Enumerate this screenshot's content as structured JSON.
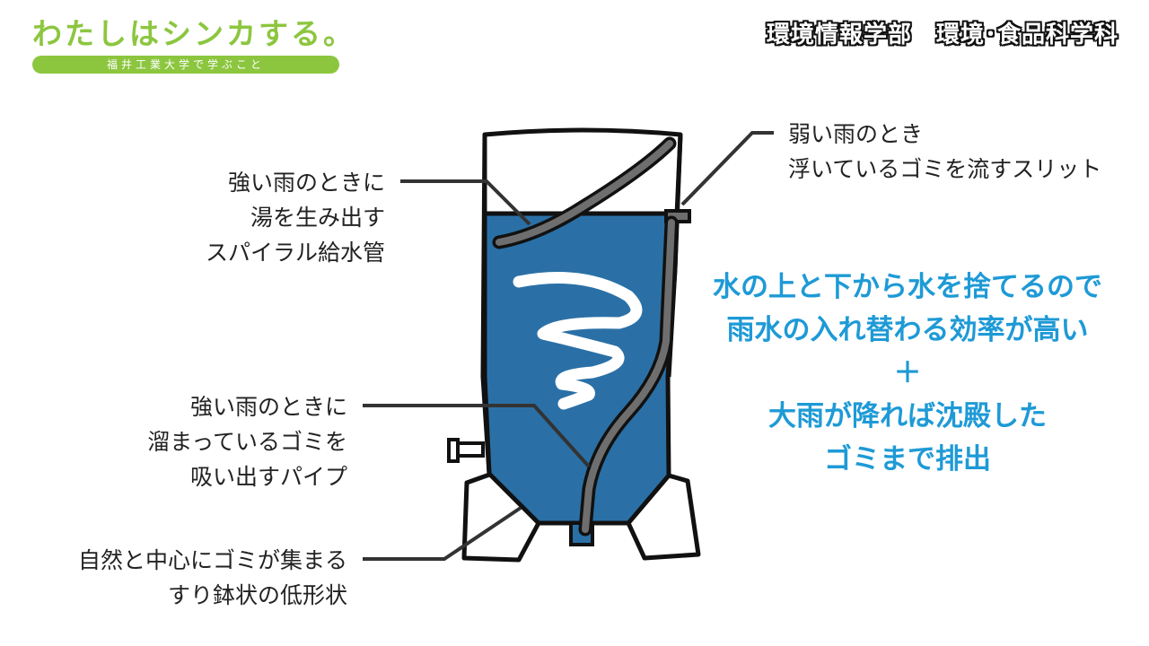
{
  "logo": {
    "title": "わたしはシンカする。",
    "subtitle": "福井工業大学で学ぶこと"
  },
  "department": "環境情報学部　環境･食品科学科",
  "callouts": {
    "spiral_pipe": [
      "強い雨のときに",
      "湯を生み出す",
      "スパイラル給水管"
    ],
    "slit": [
      "弱い雨のとき",
      "浮いているゴミを流すスリット"
    ],
    "suction_pipe": [
      "強い雨のときに",
      "溜まっているゴミを",
      "吸い出すパイプ"
    ],
    "mortar_shape": [
      "自然と中心にゴミが集まる",
      "すり鉢状の低形状"
    ]
  },
  "summary": {
    "line1": "水の上と下から水を捨てるので",
    "line2": "雨水の入れ替わる効率が高い",
    "plus": "＋",
    "line3": "大雨が降れば沈殿した",
    "line4": "ゴミまで排出"
  },
  "colors": {
    "logo_green": "#8cc63f",
    "water_blue": "#2a70a6",
    "summary_blue": "#1e9ad6"
  }
}
